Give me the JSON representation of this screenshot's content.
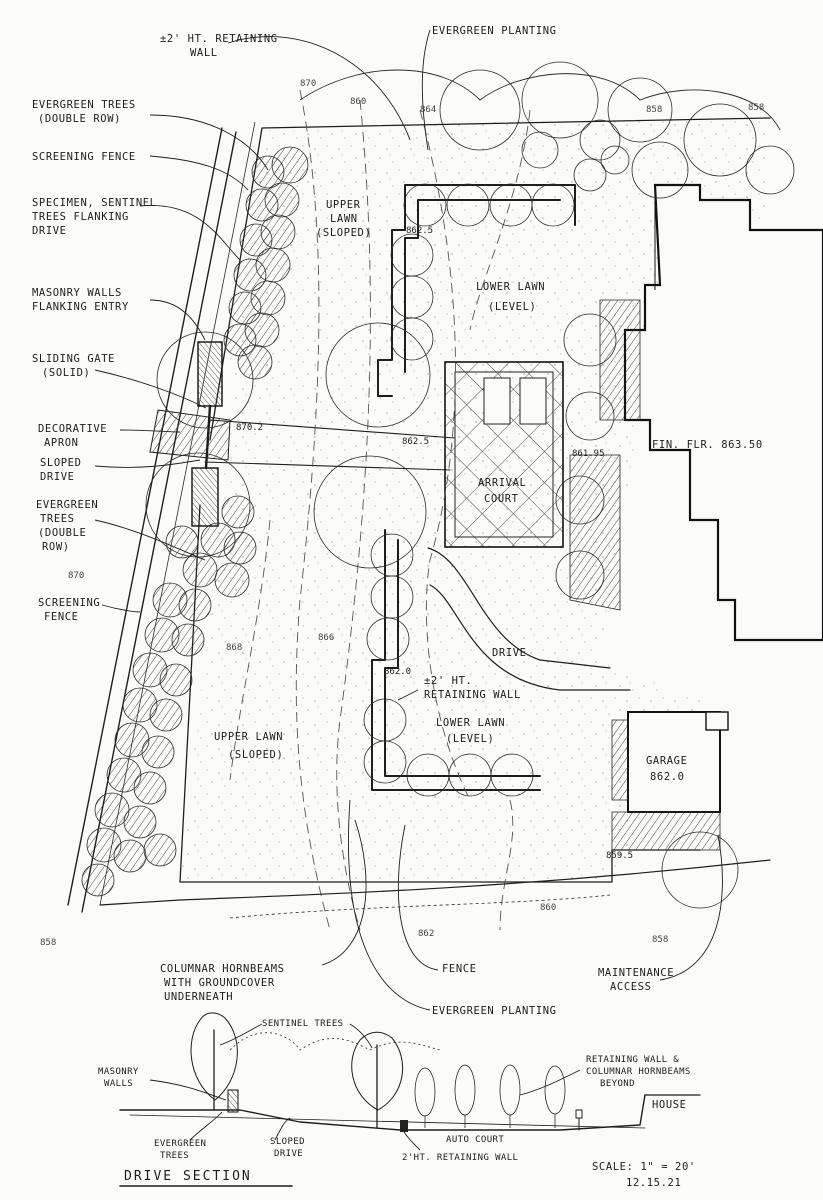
{
  "plan": {
    "labels": {
      "retaining_wall_top_line1": "±2' HT. RETAINING",
      "retaining_wall_top_line2": "WALL",
      "evergreen_planting_top": "EVERGREEN PLANTING",
      "evergreen_trees_double_row_top_line1": "EVERGREEN TREES",
      "evergreen_trees_double_row_top_line2": "(DOUBLE ROW)",
      "screening_fence_top": "SCREENING FENCE",
      "specimen_trees_line1": "SPECIMEN, SENTINEL",
      "specimen_trees_line2": "TREES FLANKING",
      "specimen_trees_line3": "DRIVE",
      "masonry_walls_line1": "MASONRY WALLS",
      "masonry_walls_line2": "FLANKING ENTRY",
      "sliding_gate_line1": "SLIDING GATE",
      "sliding_gate_line2": "(SOLID)",
      "decorative_apron_line1": "DECORATIVE",
      "decorative_apron_line2": "APRON",
      "sloped_drive_line1": "SLOPED",
      "sloped_drive_line2": "DRIVE",
      "evergreen_trees_lower_line1": "EVERGREEN",
      "evergreen_trees_lower_line2": "TREES",
      "evergreen_trees_lower_line3": "(DOUBLE",
      "evergreen_trees_lower_line4": "ROW)",
      "screening_fence_lower_line1": "SCREENING",
      "screening_fence_lower_line2": "FENCE",
      "upper_lawn_north_line1": "UPPER",
      "upper_lawn_north_line2": "LAWN",
      "upper_lawn_north_line3": "(SLOPED)",
      "lower_lawn_north_line1": "LOWER LAWN",
      "lower_lawn_north_line2": "(LEVEL)",
      "fin_floor": "FIN. FLR. 863.50",
      "arrival_court_line1": "ARRIVAL",
      "arrival_court_line2": "COURT",
      "drive": "DRIVE",
      "retaining_wall_mid_line1": "±2' HT.",
      "retaining_wall_mid_line2": "RETAINING WALL",
      "upper_lawn_south_line1": "UPPER LAWN",
      "upper_lawn_south_line2": "(SLOPED)",
      "lower_lawn_south_line1": "LOWER LAWN",
      "lower_lawn_south_line2": "(LEVEL)",
      "garage_line1": "GARAGE",
      "garage_line2": "862.0",
      "columnar_hornbeams_line1": "COLUMNAR HORNBEAMS",
      "columnar_hornbeams_line2": "WITH GROUNDCOVER",
      "columnar_hornbeams_line3": "UNDERNEATH",
      "fence": "FENCE",
      "maintenance_access_line1": "MAINTENANCE",
      "maintenance_access_line2": "ACCESS",
      "evergreen_planting_bottom": "EVERGREEN PLANTING"
    },
    "spot_elevations": {
      "e870_2": "870.2",
      "e862_5": "862.5",
      "e862_5_court": "862.5",
      "e861_95": "861.95",
      "e862_0": "862.0",
      "e859_5": "859.5"
    },
    "contours": {
      "c870": "870",
      "c860a": "860",
      "c864": "864",
      "c866": "866",
      "c868": "868",
      "c858a": "858",
      "c858b": "858",
      "c870b": "870",
      "c858c": "858",
      "c862": "862",
      "c860b": "860",
      "c858d": "858"
    }
  },
  "section": {
    "labels": {
      "sentinel_trees": "SENTINEL TREES",
      "masonry_walls_line1": "MASONRY",
      "masonry_walls_line2": "WALLS",
      "retaining_wall_beyond_line1": "RETAINING WALL &",
      "retaining_wall_beyond_line2": "COLUMNAR HORNBEAMS",
      "retaining_wall_beyond_line3": "BEYOND",
      "house": "HOUSE",
      "evergreen_trees_line1": "EVERGREEN",
      "evergreen_trees_line2": "TREES",
      "sloped_drive_line1": "SLOPED",
      "sloped_drive_line2": "DRIVE",
      "auto_court": "AUTO COURT",
      "retaining_wall_2ft": "2'HT. RETAINING WALL"
    }
  },
  "title_block": {
    "drive_section": "DRIVE SECTION",
    "scale": "SCALE: 1\" = 20'",
    "date": "12.15.21"
  }
}
